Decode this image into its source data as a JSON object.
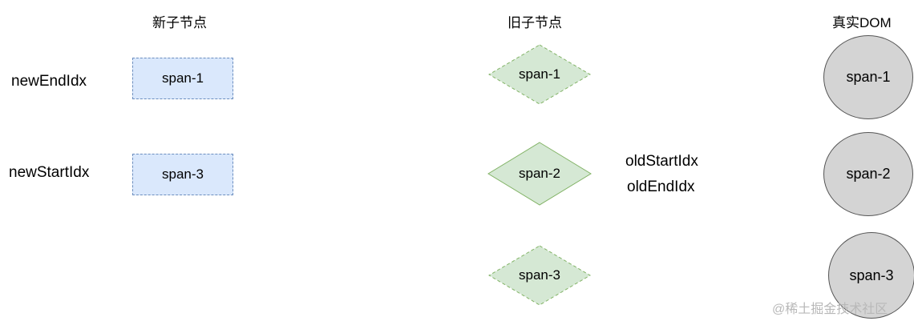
{
  "headings": {
    "new_children": "新子节点",
    "old_children": "旧子节点",
    "real_dom": "真实DOM"
  },
  "new_children": {
    "pointers": {
      "new_end_idx": "newEndIdx",
      "new_start_idx": "newStartIdx"
    },
    "nodes": [
      "span-1",
      "span-3"
    ]
  },
  "old_children": {
    "nodes": [
      "span-1",
      "span-2",
      "span-3"
    ],
    "pointers": {
      "old_start_idx": "oldStartIdx",
      "old_end_idx": "oldEndIdx"
    }
  },
  "real_dom": {
    "nodes": [
      "span-1",
      "span-2",
      "span-3"
    ]
  },
  "watermark": "@稀土掘金技术社区",
  "colors": {
    "new_node_fill": "#dae8fc",
    "new_node_border": "#6c8ebf",
    "old_node_fill": "#d5e8d4",
    "old_node_border": "#82b366",
    "dom_node_fill": "#d4d4d4",
    "dom_node_border": "#555555"
  }
}
